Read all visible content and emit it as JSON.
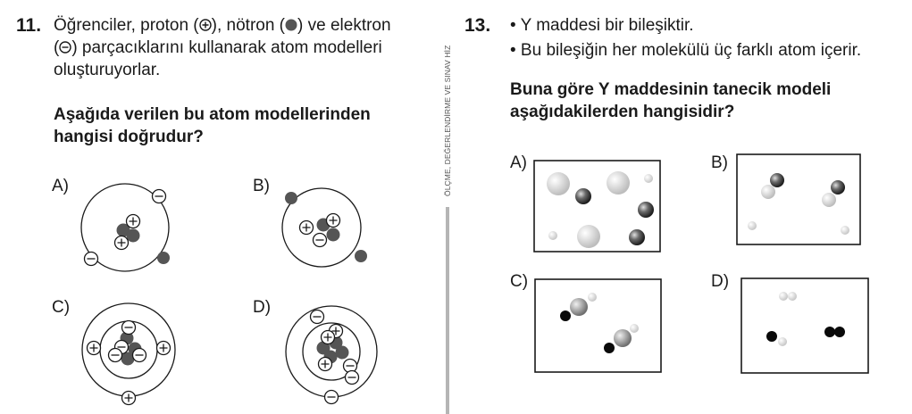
{
  "q11": {
    "number": "11.",
    "line1_a": "Öğrenciler, proton (",
    "line1_b": "), nötron (",
    "line1_c": ") ve elektron",
    "line2_a": "(",
    "line2_b": ") parçacıklarını kullanarak atom modelleri",
    "line3": "oluşturuyorlar.",
    "prompt_line1": "Aşağıda verilen bu atom modellerinden",
    "prompt_line2": "hangisi doğrudur?",
    "options": [
      "A)",
      "B)",
      "C)",
      "D)"
    ]
  },
  "sidebar": {
    "vertical_text": "ÖLÇME, DEĞERLENDİRME VE SINAV HİZ"
  },
  "q13": {
    "number": "13.",
    "bullet1": "• Y maddesi bir bileşiktir.",
    "bullet2": "• Bu bileşiğin her molekülü üç farklı atom içerir.",
    "prompt_line1": "Buna göre Y maddesinin tanecik modeli",
    "prompt_line2": "aşağıdakilerden hangisidir?",
    "options": [
      "A)",
      "B)",
      "C)",
      "D)"
    ]
  },
  "colors": {
    "neutron": "#555555",
    "text": "#1a1a1a",
    "divider": "#b5b5b5"
  }
}
